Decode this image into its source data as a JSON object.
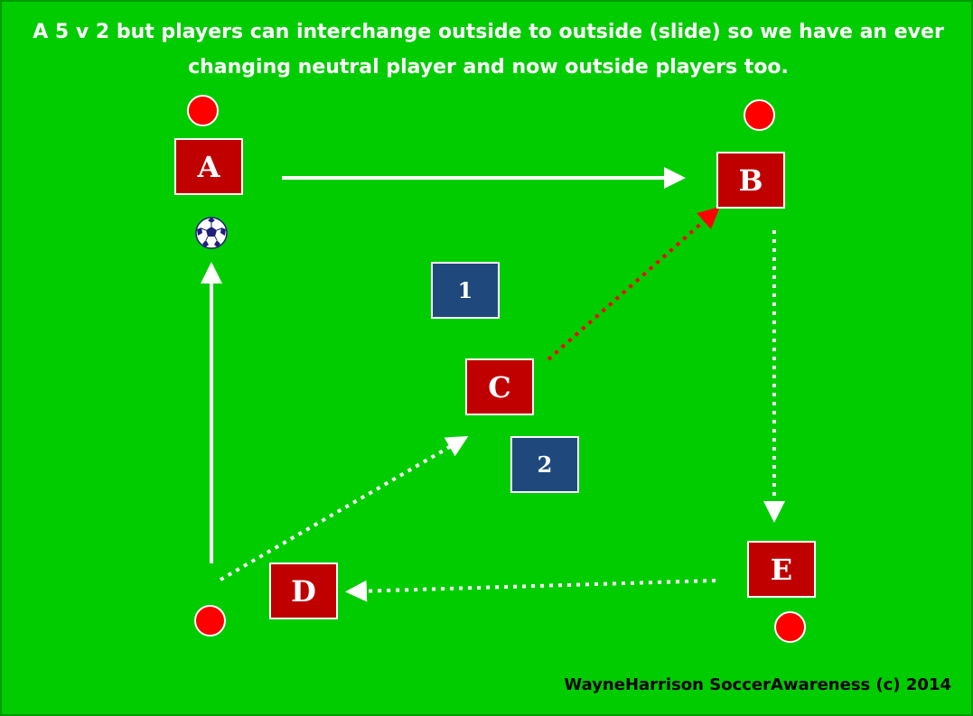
{
  "caption": {
    "line1": "A 5 v 2 but players can interchange outside to outside (slide) so we have an ever",
    "line2": "changing neutral player and now outside players too."
  },
  "players": {
    "a": "A",
    "b": "B",
    "c": "C",
    "d": "D",
    "e": "E"
  },
  "defenders": {
    "one": "1",
    "two": "2"
  },
  "credit": "WayneHarrison SoccerAwareness (c) 2014",
  "colors": {
    "pitch": "#00cc00",
    "player": "#c00000",
    "defender": "#1f497d",
    "cone": "#ff0000",
    "pass_arrow": "#ffffff",
    "highlight_arrow": "#ff0000"
  },
  "icons": {
    "ball": "soccer-ball-icon"
  }
}
